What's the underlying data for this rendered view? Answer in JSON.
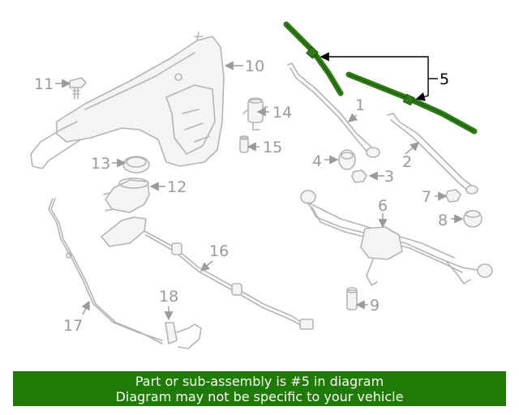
{
  "callouts": {
    "c1": "1",
    "c2": "2",
    "c3": "3",
    "c4": "4",
    "c5": "5",
    "c6": "6",
    "c7": "7",
    "c8": "8",
    "c9": "9",
    "c10": "10",
    "c11": "11",
    "c12": "12",
    "c13": "13",
    "c14": "14",
    "c15": "15",
    "c16": "16",
    "c17": "17",
    "c18": "18"
  },
  "highlight": {
    "part": "5",
    "color": "#2e7d14"
  },
  "banner": {
    "line1": "Part or sub-assembly is #5 in diagram",
    "line2": "Diagram may not be specific to your vehicle",
    "color": "#1f7a06"
  }
}
